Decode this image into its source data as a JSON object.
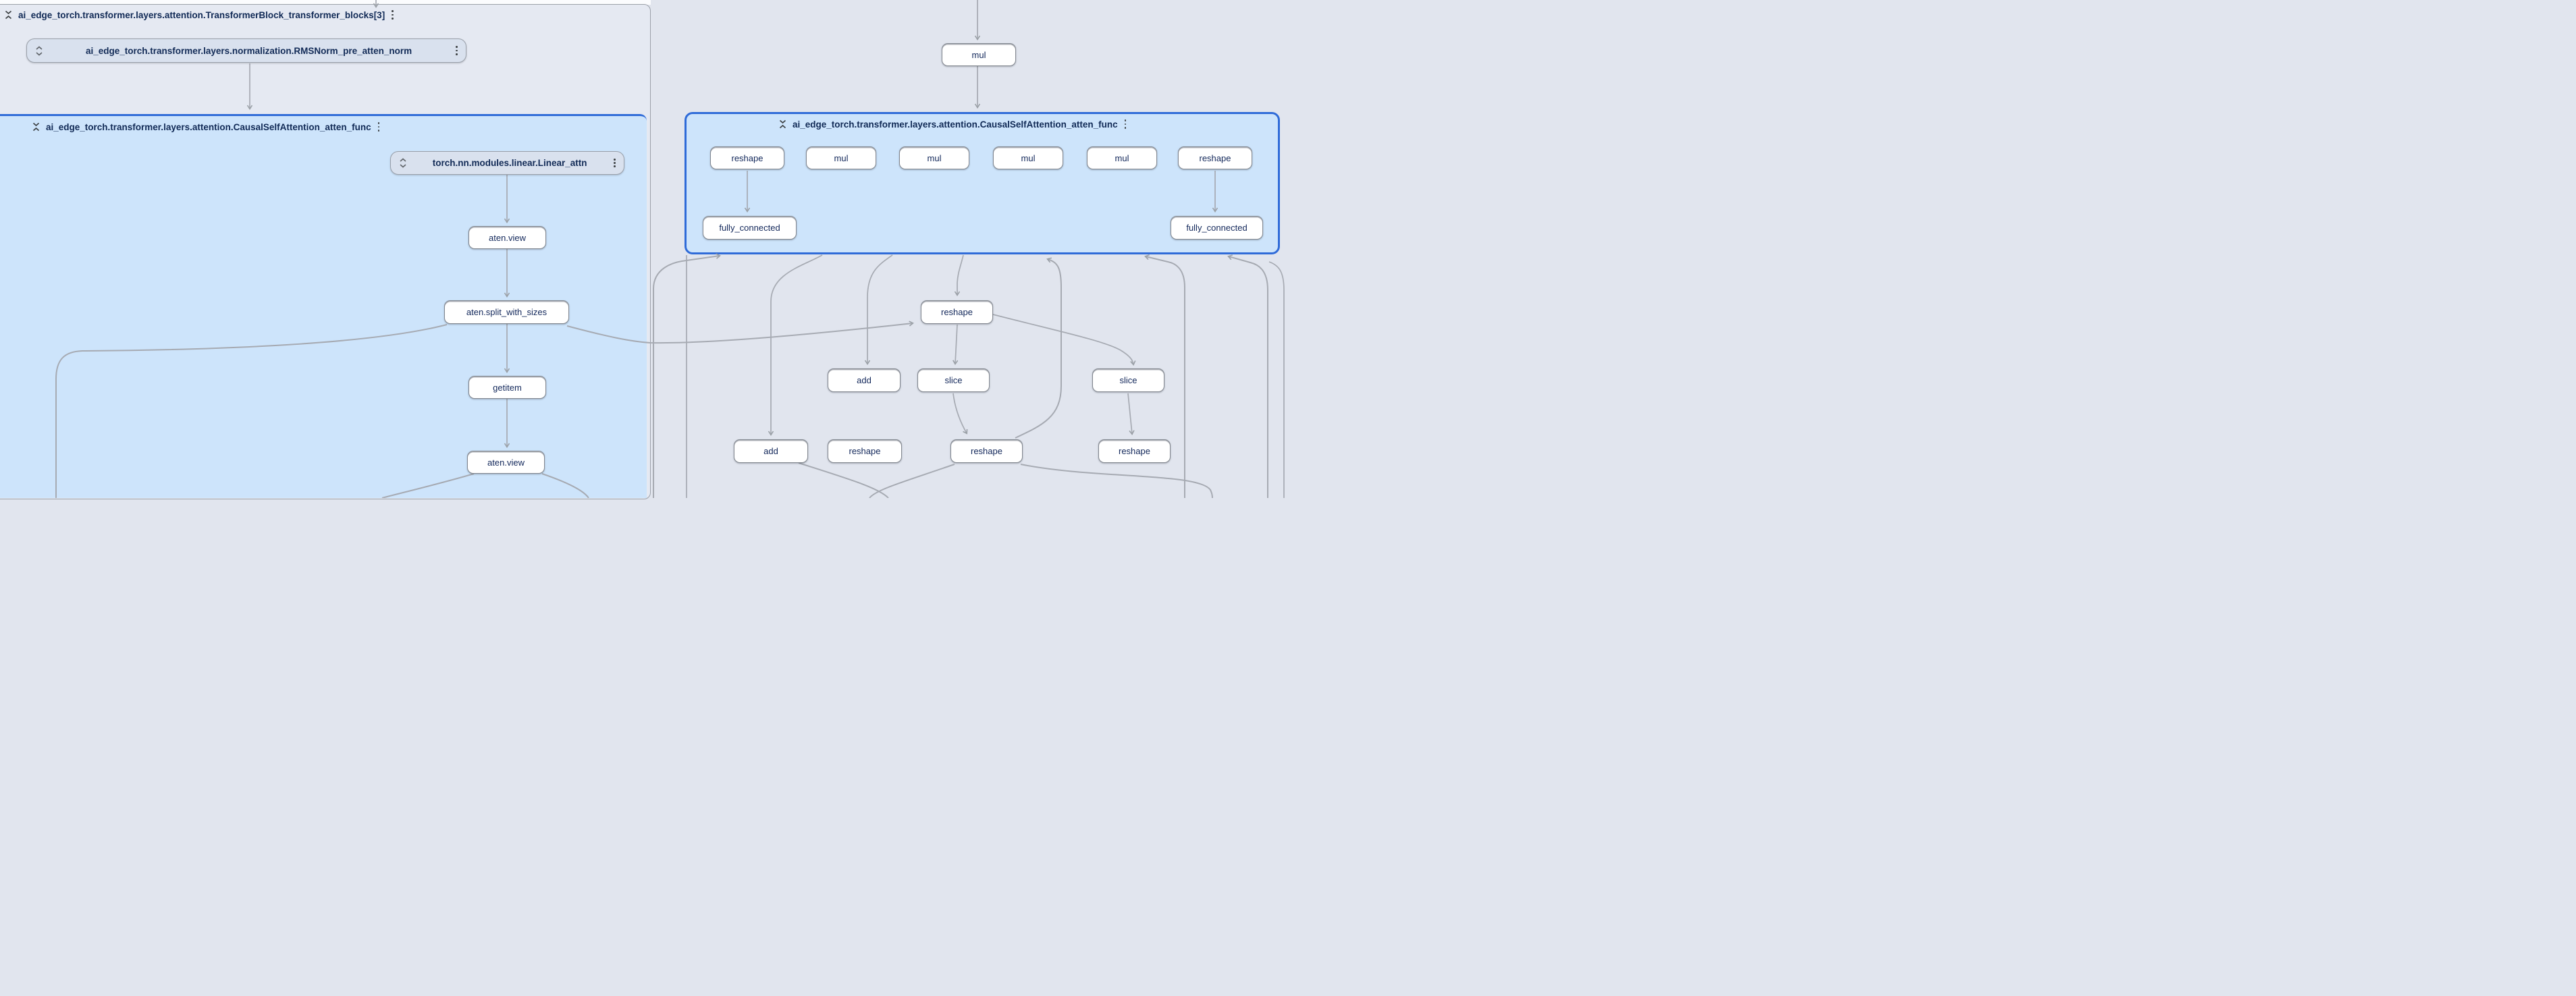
{
  "panels": {
    "transformer_block": {
      "title": "ai_edge_torch.transformer.layers.attention.TransformerBlock_transformer_blocks[3]",
      "collapse_icon": "unfold-less-icon",
      "menu_icon": "kebab-menu-icon"
    },
    "causal_left": {
      "title": "ai_edge_torch.transformer.layers.attention.CausalSelfAttention_atten_func",
      "collapse_icon": "unfold-less-icon",
      "menu_icon": "kebab-menu-icon"
    },
    "causal_right": {
      "title": "ai_edge_torch.transformer.layers.attention.CausalSelfAttention_atten_func",
      "collapse_icon": "unfold-less-icon",
      "menu_icon": "kebab-menu-icon"
    }
  },
  "layer_nodes": {
    "rmsnorm": {
      "label": "ai_edge_torch.transformer.layers.normalization.RMSNorm_pre_atten_norm",
      "expand_icon": "unfold-more-icon",
      "menu_icon": "kebab-menu-icon"
    },
    "linear_attn": {
      "label": "torch.nn.modules.linear.Linear_attn",
      "expand_icon": "unfold-more-icon",
      "menu_icon": "kebab-menu-icon"
    }
  },
  "op_nodes": {
    "mul_top": {
      "label": "mul"
    },
    "aten_view_1": {
      "label": "aten.view"
    },
    "split": {
      "label": "aten.split_with_sizes"
    },
    "getitem": {
      "label": "getitem"
    },
    "aten_view_2": {
      "label": "aten.view"
    },
    "r_reshape_1": {
      "label": "reshape"
    },
    "r_mul_1": {
      "label": "mul"
    },
    "r_mul_2": {
      "label": "mul"
    },
    "r_mul_3": {
      "label": "mul"
    },
    "r_mul_4": {
      "label": "mul"
    },
    "r_reshape_2": {
      "label": "reshape"
    },
    "fc_left": {
      "label": "fully_connected"
    },
    "fc_right": {
      "label": "fully_connected"
    },
    "mid_reshape": {
      "label": "reshape"
    },
    "mid_add": {
      "label": "add"
    },
    "mid_slice_1": {
      "label": "slice"
    },
    "mid_slice_2": {
      "label": "slice"
    },
    "bot_add": {
      "label": "add"
    },
    "bot_reshape_1": {
      "label": "reshape"
    },
    "bot_reshape_2": {
      "label": "reshape"
    },
    "bot_reshape_3": {
      "label": "reshape"
    }
  },
  "colors": {
    "canvas_bg": "#e1e5ee",
    "outer_panel_bg": "#e5e9f2",
    "selected_panel_bg": "#cde4fb",
    "selected_panel_border": "#2f6bd8",
    "node_bg": "#ffffff",
    "node_border": "#82878f",
    "layer_node_bg": "#d9e1ee",
    "edge": "#a6aab2",
    "text": "#112a56",
    "top_strip": "#fbfcfe"
  }
}
